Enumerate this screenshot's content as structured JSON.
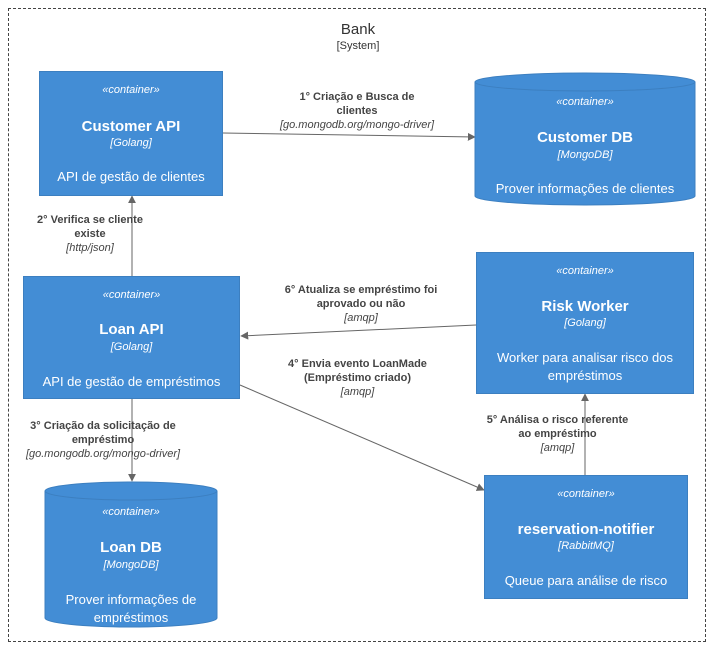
{
  "system": {
    "title": "Bank",
    "type": "[System]"
  },
  "containers": {
    "customer_api": {
      "stereotype": "«container»",
      "name": "Customer API",
      "technology": "[Golang]",
      "description": "API de gestão de clientes"
    },
    "customer_db": {
      "stereotype": "«container»",
      "name": "Customer DB",
      "technology": "[MongoDB]",
      "description": "Prover informações de clientes"
    },
    "loan_api": {
      "stereotype": "«container»",
      "name": "Loan API",
      "technology": "[Golang]",
      "description": "API de gestão de empréstimos"
    },
    "risk_worker": {
      "stereotype": "«container»",
      "name": "Risk Worker",
      "technology": "[Golang]",
      "description": "Worker para analisar risco dos empréstimos"
    },
    "loan_db": {
      "stereotype": "«container»",
      "name": "Loan DB",
      "technology": "[MongoDB]",
      "description": "Prover informações de empréstimos"
    },
    "notifier": {
      "stereotype": "«container»",
      "name": "reservation-notifier",
      "technology": "[RabbitMQ]",
      "description": "Queue para análise de risco"
    }
  },
  "relations": {
    "r1": {
      "label": "1° Criação e Busca de clientes",
      "technology": "[go.mongodb.org/mongo-driver]"
    },
    "r2": {
      "label": "2° Verifica se cliente existe",
      "technology": "[http/json]"
    },
    "r3": {
      "label": "3° Criação da solicitação de empréstimo",
      "technology": "[go.mongodb.org/mongo-driver]"
    },
    "r4": {
      "label": "4° Envia evento LoanMade (Empréstimo criado)",
      "technology": "[amqp]"
    },
    "r5": {
      "label": "5° Análisa o risco referente ao empréstimo",
      "technology": "[amqp]"
    },
    "r6": {
      "label": "6° Atualiza se empréstimo foi aprovado ou não",
      "technology": "[amqp]"
    }
  },
  "colors": {
    "container_fill": "#438dd5",
    "container_border": "#3c7fc0",
    "arrow": "#666666"
  }
}
